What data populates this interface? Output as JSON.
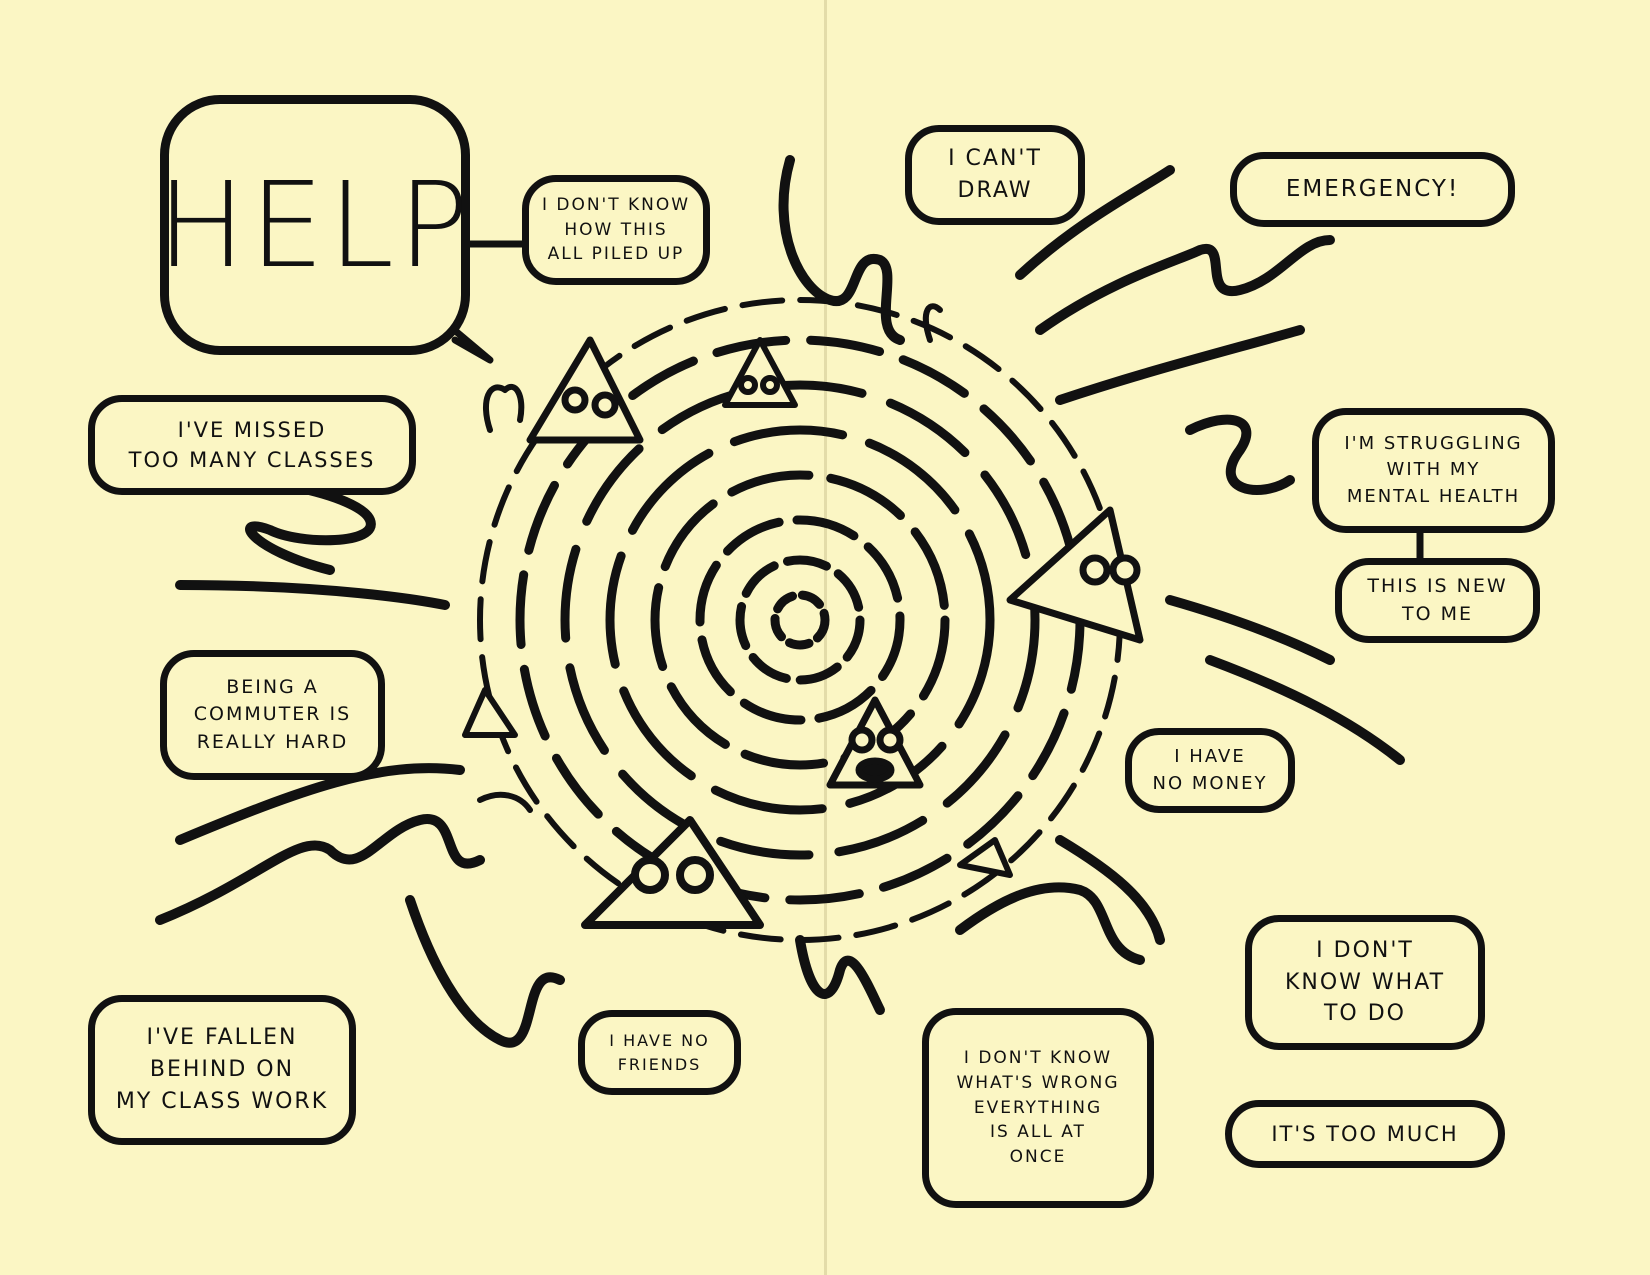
{
  "colors": {
    "paper": "#fbf6c4",
    "ink": "#111111",
    "gutter": "#e3dca9"
  },
  "bubbles": {
    "help": "HELP",
    "piled_up": "I DON'T KNOW\nHOW THIS\nALL PILED UP",
    "missed_classes": "I'VE MISSED\nTOO MANY CLASSES",
    "commuter": "BEING A\nCOMMUTER IS\nREALLY HARD",
    "fallen_behind": "I'VE FALLEN\nBEHIND ON\nMY CLASS WORK",
    "no_friends": "I HAVE NO\nFRIENDS",
    "cant_draw": "I CAN'T\nDRAW",
    "emergency": "EMERGENCY!",
    "mental_health": "I'M STRUGGLING\nWITH MY\nMENTAL HEALTH",
    "new_to_me": "THIS IS NEW\nTO ME",
    "no_money": "I HAVE\nNO MONEY",
    "dont_know_what_to_do": "I DON'T\nKNOW WHAT\nTO DO",
    "too_much": "IT'S TOO MUCH",
    "whats_wrong": "I DON'T KNOW\nWHAT'S WRONG\nEVERYTHING\nIS ALL AT\nONCE"
  },
  "icons": {
    "vortex": "spiral-vortex-icon",
    "figure": "triangle-character-icon",
    "hand": "waving-hand-icon"
  }
}
